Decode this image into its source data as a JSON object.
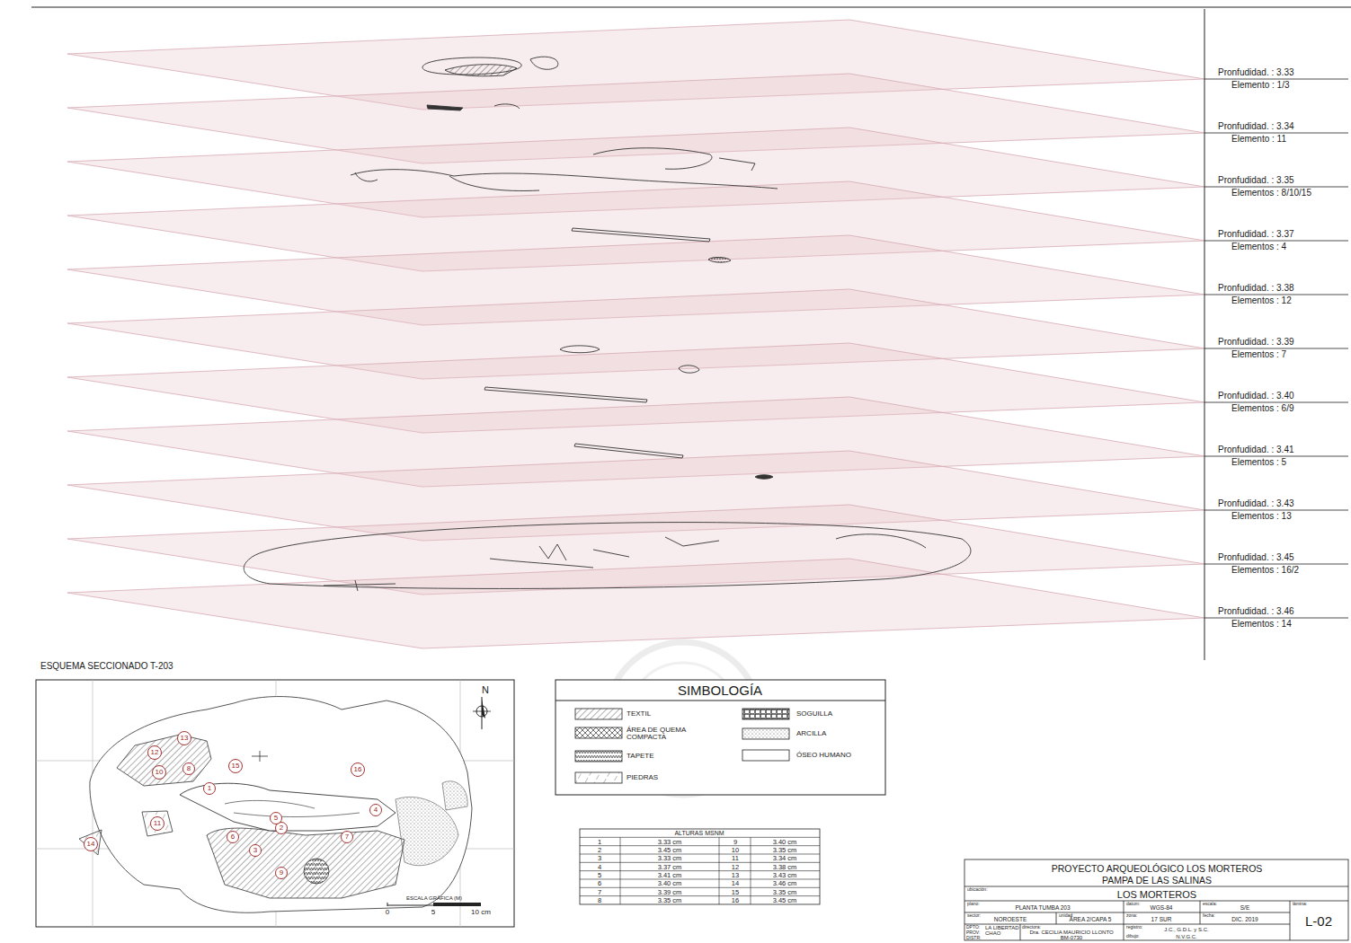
{
  "diagram": {
    "title": "PROYECTO ARQUEOLÓGICO LOS MORTEROS",
    "labels": [
      "Pronfudidad. : 3.33",
      "Elemento : 1/3",
      "Pronfudidad. : 3.34",
      "Elemento : 11",
      "Pronfudidad. : 3.35",
      "Elementos : 8/10/15",
      "Pronfudidad. : 3.37",
      "Elementos : 4",
      "Pronfudidad. : 3.38",
      "Elementos : 12",
      "Pronfudidad. : 3.39",
      "Elementos : 7",
      "Pronfudidad. : 3.40",
      "Elementos : 6/9",
      "Pronfudidad. : 3.41",
      "Elementos : 5",
      "Pronfudidad. : 3.43",
      "Elementos : 13",
      "Pronfudidad. : 3.45",
      "Elementos : 16/2",
      "Pronfudidad. : 3.46",
      "Elementos : 14",
      "ESQUEMA SECCIONADO T-203",
      "1",
      "2",
      "3",
      "4",
      "5",
      "6",
      "7",
      "8",
      "9",
      "10",
      "11",
      "12",
      "13",
      "14",
      "15",
      "16",
      "N",
      "ESCALA GRÁFICA (M)",
      "0",
      "5",
      "10 cm",
      "SIMBOLOGÍA",
      "ALTURAS MSNM",
      "1",
      "3.33 cm",
      "9",
      "3.40 cm",
      "2",
      "3.45 cm",
      "10",
      "3.35 cm",
      "3",
      "3.33 cm",
      "11",
      "3.34 cm",
      "4",
      "3.37 cm",
      "12",
      "3.38 cm",
      "5",
      "3.41 cm",
      "13",
      "3.43 cm",
      "6",
      "3.40 cm",
      "14",
      "3.46 cm",
      "7",
      "3.39 cm",
      "15",
      "3.35 cm",
      "8",
      "3.35 cm",
      "16",
      "3.45 cm",
      "PAMPA DE LAS SALINAS",
      "ubicación:",
      "LOS MORTEROS",
      "plano:",
      "PLANTA TUMBA 203",
      "datum:",
      "WGS-84",
      "escala:",
      "S/E",
      "lámina:",
      "sector:",
      "NOROESTE",
      "unidad:",
      "ÁREA 2/CAPA 5",
      "zona:",
      "17 SUR",
      "fecha:",
      "DIC. 2019",
      "DPTO:",
      "LA LIBERTAD",
      "PROV:",
      "CHAO",
      "DISTR:",
      "directora:",
      "Dra. CECILIA MAURICIO LLONTO",
      "BM-0730",
      "registro:",
      "J.C., G.D.L. y S.C.",
      "dibujo:",
      "N.V.G.C.",
      "L-02"
    ],
    "legend": [
      {
        "text": "TEXTIL"
      },
      {
        "text": "ÁREA DE QUEMA COMPACTA"
      },
      {
        "text": "TAPETE"
      },
      {
        "text": "PIEDRAS"
      },
      {
        "text": "SOGUILLA"
      },
      {
        "text": "ARCILLA"
      },
      {
        "text": "ÓSEO HUMANO"
      }
    ]
  }
}
